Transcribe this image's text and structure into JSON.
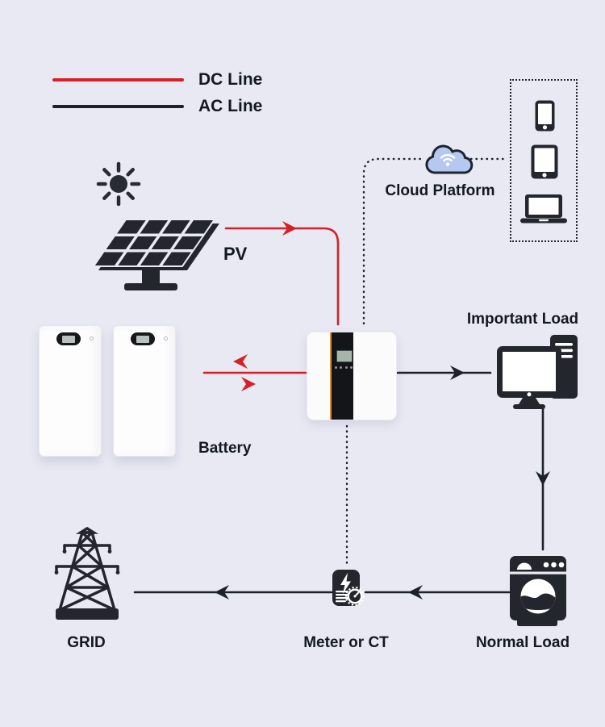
{
  "colors": {
    "background": "#e8e9f3",
    "dc_line": "#d42127",
    "ac_line": "#1d212c",
    "icon_dark": "#23262d",
    "cloud_fill": "#b5c9f0",
    "cloud_outline": "#1d2331",
    "inverter_accent": "#e2873b",
    "label_text": "#14181f"
  },
  "legend": {
    "dc_label": "DC Line",
    "ac_label": "AC Line"
  },
  "labels": {
    "pv": "PV",
    "cloud": "Cloud Platform",
    "battery": "Battery",
    "important_load": "Important Load",
    "normal_load": "Normal Load",
    "meter": "Meter or CT",
    "grid": "GRID"
  },
  "icons": {
    "sun": "sun-icon",
    "solar_panel": "solar-panel-icon",
    "cloud": "cloud-wifi-icon",
    "smartphone": "smartphone-icon",
    "tablet": "tablet-icon",
    "laptop": "laptop-icon",
    "battery_tower": "battery-tower-icon",
    "inverter": "inverter-icon",
    "computer": "desktop-computer-icon",
    "washing_machine": "washing-machine-icon",
    "meter": "energy-meter-icon",
    "grid_tower": "transmission-tower-icon"
  }
}
